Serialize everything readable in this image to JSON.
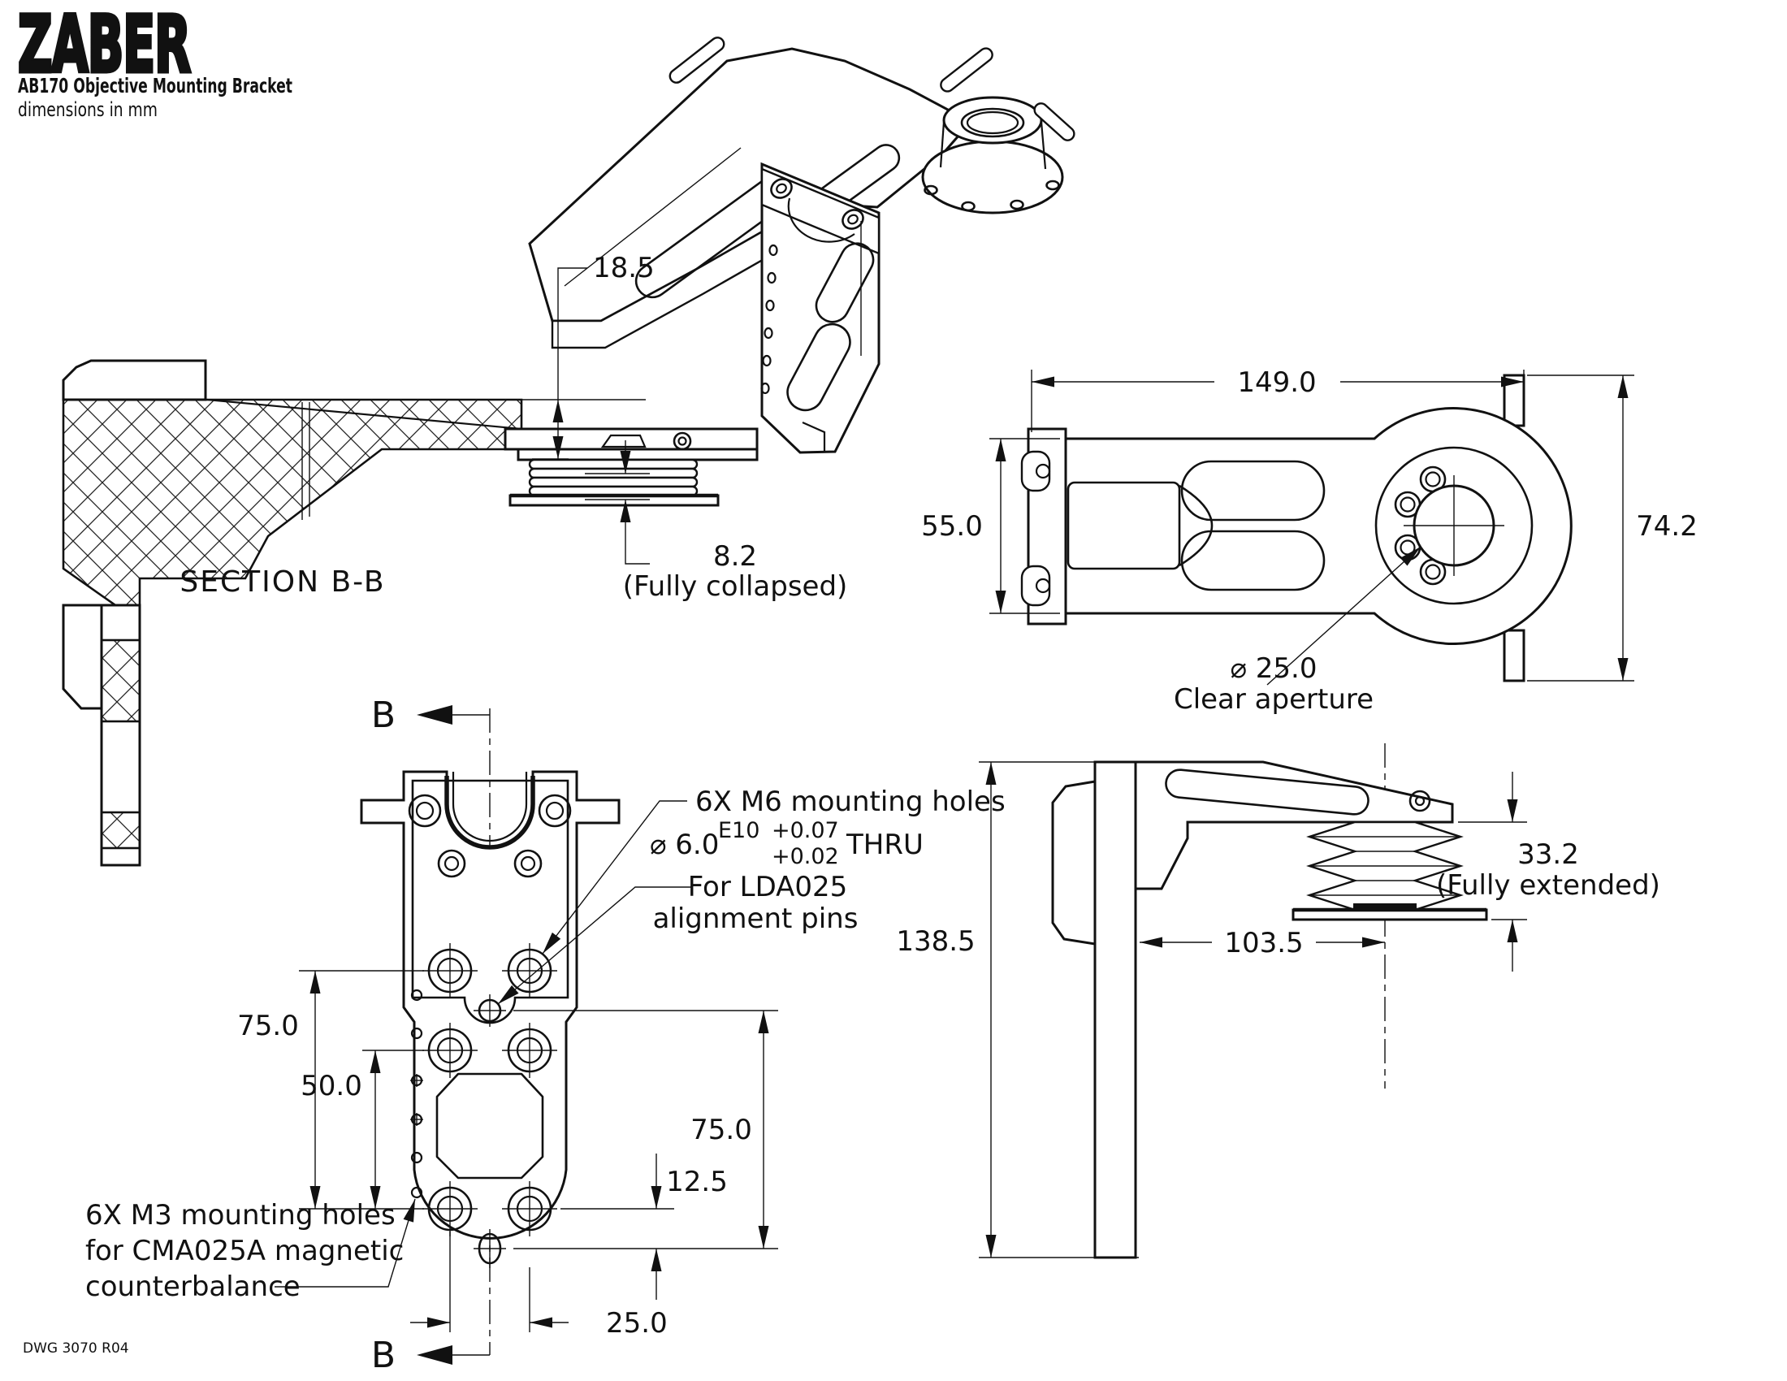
{
  "colors": {
    "logo_red": "#c8242b",
    "line": "#111111"
  },
  "header": {
    "logo": "ZABER",
    "title": "AB170 Objective Mounting Bracket",
    "subtitle": "dimensions in mm"
  },
  "section_view": {
    "label": "SECTION B-B",
    "dim_height": "18.5",
    "dim_collapsed": "8.2",
    "dim_collapsed_note": "(Fully collapsed)"
  },
  "top_view": {
    "dim_length": "149.0",
    "dim_width": "55.0",
    "dim_flange": "74.2",
    "aperture_dia": "⌀ 25.0",
    "aperture_label": "Clear aperture"
  },
  "front_view": {
    "section_marker_top": "B",
    "section_marker_bottom": "B",
    "m6_label": "6X M6 mounting holes",
    "pin_dia": "⌀ 6.0",
    "pin_fit": "E10",
    "pin_tol_upper": "+0.07",
    "pin_tol_lower": "+0.02",
    "pin_thru": "THRU",
    "pin_note_line1": "For LDA025",
    "pin_note_line2": "alignment pins",
    "dim_75_left": "75.0",
    "dim_50": "50.0",
    "dim_75_right": "75.0",
    "dim_12_5": "12.5",
    "dim_25": "25.0",
    "m3_label_line1": "6X M3 mounting holes",
    "m3_label_line2": "for CMA025A magnetic",
    "m3_label_line3": "counterbalance"
  },
  "side_view": {
    "dim_height": "138.5",
    "dim_reach": "103.5",
    "dim_extended": "33.2",
    "dim_extended_note": "(Fully extended)"
  },
  "footer": {
    "dwg": "DWG 3070 R04"
  }
}
